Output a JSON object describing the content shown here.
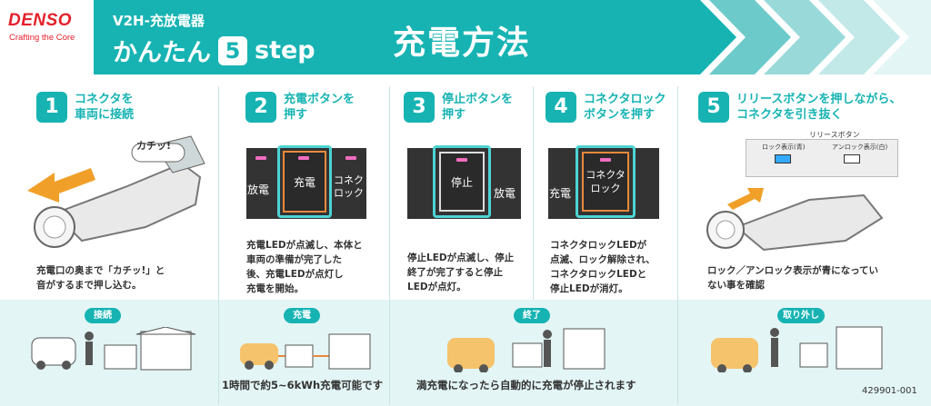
{
  "header": {
    "logo": "DENSO",
    "logo_sub": "Crafting the Core",
    "brand_line": "V2H-充放電器",
    "brand_big_pre": "かんたん",
    "brand_step_num": "5",
    "brand_big_post": "step",
    "title": "充電方法",
    "band_color": "#17b3b3"
  },
  "steps": [
    {
      "num": "1",
      "title": "コネクタを\n車両に接続",
      "desc": "充電口の奥まで「カチッ!」と\n音がするまで押し込む。",
      "bubble": "カチッ!"
    },
    {
      "num": "2",
      "title": "充電ボタンを\n押す",
      "desc": "充電LEDが点滅し、本体と\n車両の準備が完了した\n後、充電LEDが点灯し\n充電を開始。",
      "buttons": [
        "放電",
        "充電",
        "コネク\nロック"
      ]
    },
    {
      "num": "3",
      "title": "停止ボタンを\n押す",
      "desc": "停止LEDが点滅し、停止\n終了が完了すると停止\nLEDが点灯。",
      "buttons": [
        "停止",
        "放電"
      ]
    },
    {
      "num": "4",
      "title": "コネクタロック\nボタンを押す",
      "desc": "コネクタロックLEDが\n点滅、ロック解除され、\nコネクタロックLEDと\n停止LEDが消灯。",
      "buttons": [
        "充電",
        "コネクタ\nロック"
      ]
    },
    {
      "num": "5",
      "title": "リリースボタンを押しながら、\nコネクタを引き抜く",
      "desc": "ロック／アンロック表示が青になってい\nない事を確認",
      "release_label": "リリースボタン",
      "lock_label": "ロック表示(青)",
      "unlock_label": "アンロック表示(白)"
    }
  ],
  "bottom": {
    "pills": [
      "接続",
      "充電",
      "終了",
      "取り外し"
    ],
    "caption_charge": "1時間で約5~6kWh充電可能です",
    "caption_end": "満充電になったら自動的に充電が停止されます",
    "code": "429901-001"
  }
}
